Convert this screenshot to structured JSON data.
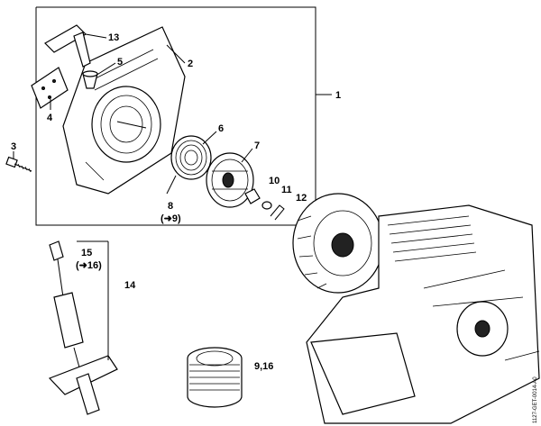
{
  "callouts": {
    "c1": "1",
    "c2": "2",
    "c3": "3",
    "c4": "4",
    "c5": "5",
    "c6": "6",
    "c7": "7",
    "c8": "8",
    "c8ref": "(➜9)",
    "c10": "10",
    "c11": "11",
    "c12": "12",
    "c13": "13",
    "c14": "14",
    "c15": "15",
    "c15ref": "(➜16)",
    "c916": "9,16"
  },
  "doc_code": "1127-GET-0014-A0"
}
